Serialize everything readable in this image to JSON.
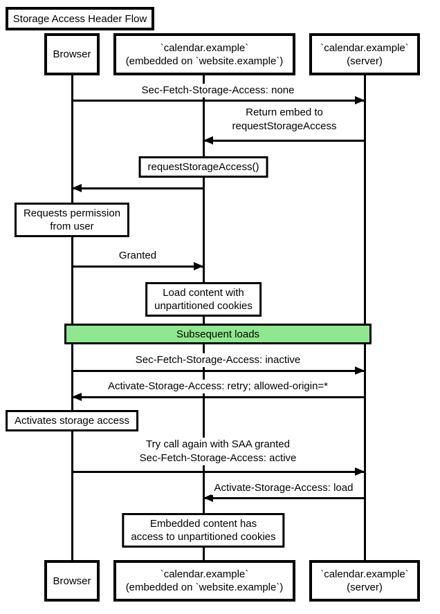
{
  "title": "Storage Access Header Flow",
  "participants": [
    {
      "id": "browser",
      "lines": [
        "Browser"
      ]
    },
    {
      "id": "calendar-embedded",
      "lines": [
        "`calendar.example`",
        "(embedded on `website.example`)"
      ]
    },
    {
      "id": "calendar-server",
      "lines": [
        "`calendar.example`",
        "(server)"
      ]
    }
  ],
  "messages": [
    {
      "from": "browser",
      "to": "calendar-server",
      "lines": [
        "Sec-Fetch-Storage-Access: none"
      ]
    },
    {
      "from": "calendar-server",
      "to": "calendar-embedded",
      "lines": [
        "Return embed to",
        "requestStorageAccess"
      ]
    },
    {
      "from": "calendar-embedded",
      "to": "browser",
      "lines": []
    },
    {
      "from": "browser",
      "to": "calendar-embedded",
      "lines": [
        "Granted"
      ]
    },
    {
      "from": "browser",
      "to": "calendar-server",
      "lines": [
        "Sec-Fetch-Storage-Access: inactive"
      ]
    },
    {
      "from": "calendar-server",
      "to": "browser",
      "lines": [
        "Activate-Storage-Access: retry; allowed-origin=*"
      ]
    },
    {
      "from": "browser",
      "to": "calendar-server",
      "lines": [
        "Try call again with SAA granted",
        "Sec-Fetch-Storage-Access: active"
      ]
    },
    {
      "from": "calendar-server",
      "to": "calendar-embedded",
      "lines": [
        "Activate-Storage-Access: load"
      ]
    }
  ],
  "notes": [
    {
      "over": "calendar-embedded",
      "lines": [
        "requestStorageAccess()"
      ]
    },
    {
      "over": "browser",
      "lines": [
        "Requests permission",
        "from user"
      ]
    },
    {
      "over": "calendar-embedded",
      "lines": [
        "Load content with",
        "unpartitioned cookies"
      ]
    },
    {
      "over": "browser",
      "lines": [
        "Activates storage access"
      ]
    },
    {
      "over": "calendar-embedded",
      "lines": [
        "Embedded content has",
        "access to unpartitioned cookies"
      ]
    }
  ],
  "divider": {
    "label": "Subsequent loads",
    "fill": "#8FE88F",
    "border": "#000000"
  },
  "colors": {
    "background": "#FFFFFF",
    "stroke": "#000000",
    "text": "#000000"
  }
}
